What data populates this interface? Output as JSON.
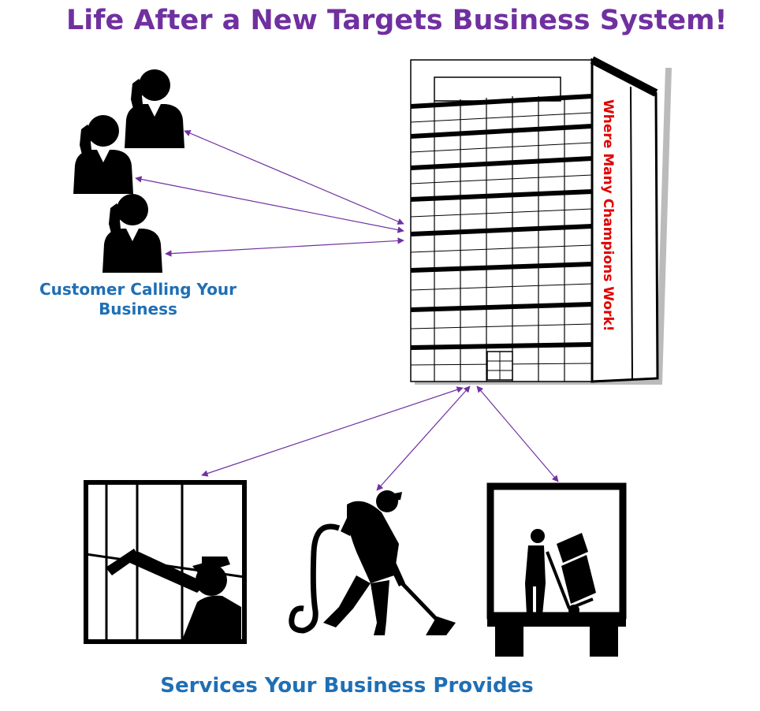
{
  "title": "Life After a New Targets Business System!",
  "building_label": "Where Many Champions Work!",
  "customer_caption": "Customer Calling Your Business",
  "services_caption": "Services Your Business Provides",
  "colors": {
    "title": "#7030A0",
    "caption": "#1F6FB5",
    "building_label": "#E00000",
    "arrow": "#7030A0"
  },
  "icons": [
    "phone-caller-icon",
    "office-building-icon",
    "window-washer-icon",
    "vacuum-cleaner-icon",
    "delivery-mover-icon"
  ]
}
